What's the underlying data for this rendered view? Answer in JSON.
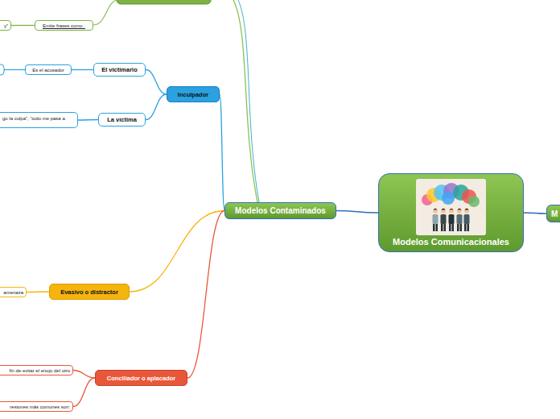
{
  "diagram": {
    "nodes": [
      {
        "text": [
          "Modelos Comunicacionales"
        ]
      },
      {
        "text": [
          "M"
        ]
      },
      {
        "text": [
          "Modelos Contaminados"
        ]
      },
      {
        "text": [
          "Emite frases como :"
        ]
      },
      {
        "text": [
          "y”"
        ]
      },
      {
        "text": [
          "Inculpador"
        ]
      },
      {
        "text": [
          "El victimario"
        ]
      },
      {
        "text": [
          "Es el acusador"
        ]
      },
      {
        "text": [
          "La víctima"
        ]
      },
      {
        "text": [
          "go la culpa”, “todo me pasa a"
        ]
      },
      {
        "text": [
          "Evasivo o distractor"
        ]
      },
      {
        "text": [
          "amenaza"
        ]
      },
      {
        "text": [
          "Conciliador o aplacador"
        ]
      },
      {
        "text": [
          "fin de evitar el enojo del otro"
        ]
      },
      {
        "text": [
          "resiones más comunes son:"
        ]
      }
    ],
    "edges": [
      {
        "from": 0,
        "to": 2,
        "arrow": "none"
      },
      {
        "from": 0,
        "to": 1,
        "arrow": "none"
      },
      {
        "from": 3,
        "to": 4,
        "arrow": "none"
      },
      {
        "from": 2,
        "to": 5,
        "arrow": "none"
      },
      {
        "from": 5,
        "to": 6,
        "arrow": "none"
      },
      {
        "from": 6,
        "to": 7,
        "arrow": "none"
      },
      {
        "from": 5,
        "to": 8,
        "arrow": "none"
      },
      {
        "from": 8,
        "to": 9,
        "arrow": "none"
      },
      {
        "from": 2,
        "to": 10,
        "arrow": "none"
      },
      {
        "from": 10,
        "to": 11,
        "arrow": "none"
      },
      {
        "from": 2,
        "to": 12,
        "arrow": "none"
      },
      {
        "from": 12,
        "to": 13,
        "arrow": "none"
      },
      {
        "from": 12,
        "to": 14,
        "arrow": "none"
      }
    ]
  }
}
